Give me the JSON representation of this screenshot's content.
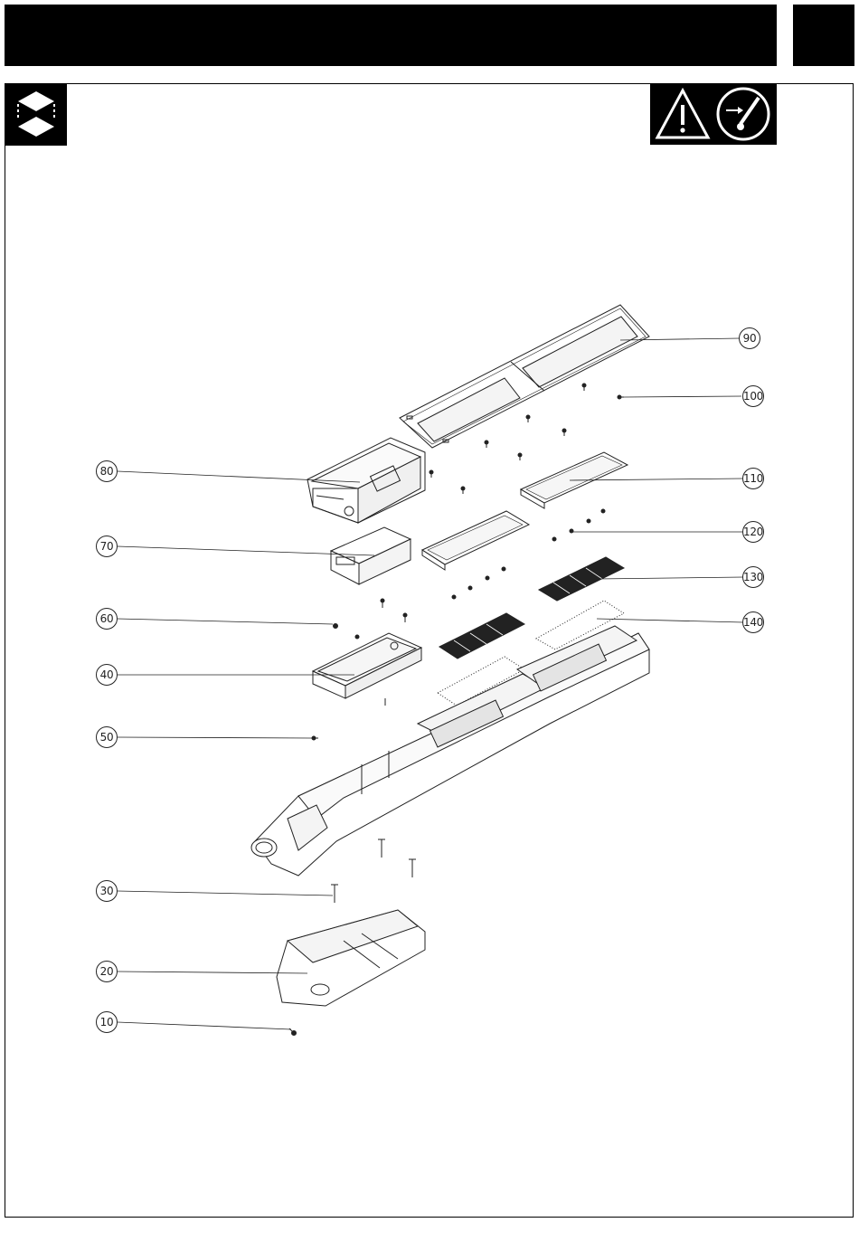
{
  "header": {
    "title": "",
    "page_number": ""
  },
  "icons": {
    "left": "stacked-layers-icon",
    "right_warning": "warning-triangle-icon",
    "right_disconnect": "power-switch-off-icon"
  },
  "colors": {
    "line": "#222222",
    "header_bg": "#000000",
    "paper": "#ffffff"
  },
  "diagram": {
    "type": "exploded-parts-view",
    "parts": [
      "10",
      "20",
      "30",
      "40",
      "50",
      "60",
      "70",
      "80",
      "90",
      "100",
      "110",
      "120",
      "130",
      "140"
    ]
  }
}
